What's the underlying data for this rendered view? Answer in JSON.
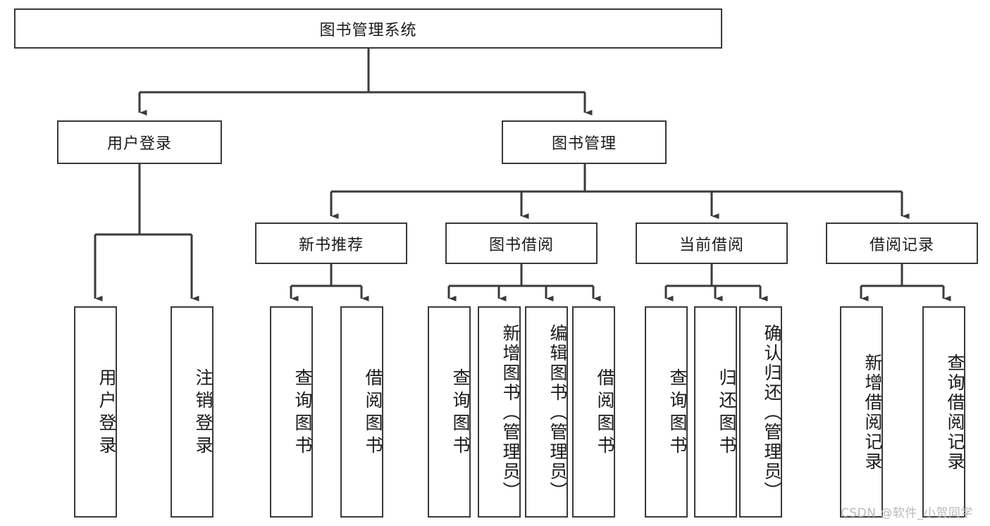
{
  "diagram": {
    "type": "tree-hierarchy",
    "title": "图书管理系统",
    "root": {
      "id": "root",
      "label": "图书管理系统",
      "orientation": "horizontal"
    },
    "level2": [
      {
        "id": "user-login",
        "label": "用户登录",
        "orientation": "horizontal"
      },
      {
        "id": "book-manage",
        "label": "图书管理",
        "orientation": "horizontal"
      }
    ],
    "level3": [
      {
        "id": "new-book-rec",
        "label": "新书推荐",
        "orientation": "horizontal"
      },
      {
        "id": "book-borrow",
        "label": "图书借阅",
        "orientation": "horizontal"
      },
      {
        "id": "current-borrow",
        "label": "当前借阅",
        "orientation": "horizontal"
      },
      {
        "id": "borrow-record",
        "label": "借阅记录",
        "orientation": "horizontal"
      }
    ],
    "leaves": [
      {
        "id": "leaf-user-login",
        "label": "用户登录",
        "parent": "user-login",
        "orientation": "vertical"
      },
      {
        "id": "leaf-user-logout",
        "label": "注销登录",
        "parent": "user-login",
        "orientation": "vertical"
      },
      {
        "id": "leaf-query-book-1",
        "label": "查询图书",
        "parent": "new-book-rec",
        "orientation": "vertical"
      },
      {
        "id": "leaf-borrow-book-1",
        "label": "借阅图书",
        "parent": "new-book-rec",
        "orientation": "vertical"
      },
      {
        "id": "leaf-query-book-2",
        "label": "查询图书",
        "parent": "book-borrow",
        "orientation": "vertical"
      },
      {
        "id": "leaf-add-book",
        "label": "新增图书（管理员）",
        "parent": "book-borrow",
        "orientation": "vertical"
      },
      {
        "id": "leaf-edit-book",
        "label": "编辑图书（管理员）",
        "parent": "book-borrow",
        "orientation": "vertical"
      },
      {
        "id": "leaf-borrow-book-2",
        "label": "借阅图书",
        "parent": "book-borrow",
        "orientation": "vertical"
      },
      {
        "id": "leaf-query-book-3",
        "label": "查询图书",
        "parent": "current-borrow",
        "orientation": "vertical"
      },
      {
        "id": "leaf-return-book",
        "label": "归还图书",
        "parent": "current-borrow",
        "orientation": "vertical"
      },
      {
        "id": "leaf-confirm-return",
        "label": "确认归还（管理员）",
        "parent": "current-borrow",
        "orientation": "vertical"
      },
      {
        "id": "leaf-add-record",
        "label": "新增借阅记录",
        "parent": "borrow-record",
        "orientation": "vertical"
      },
      {
        "id": "leaf-query-record",
        "label": "查询借阅记录",
        "parent": "borrow-record",
        "orientation": "vertical"
      }
    ],
    "colors": {
      "stroke": "#3a3a3a",
      "fill": "#ffffff",
      "text": "#1a1a1a",
      "watermark": "#b9b9b9"
    }
  },
  "watermark": {
    "text": "CSDN @软件_小贺同学"
  }
}
